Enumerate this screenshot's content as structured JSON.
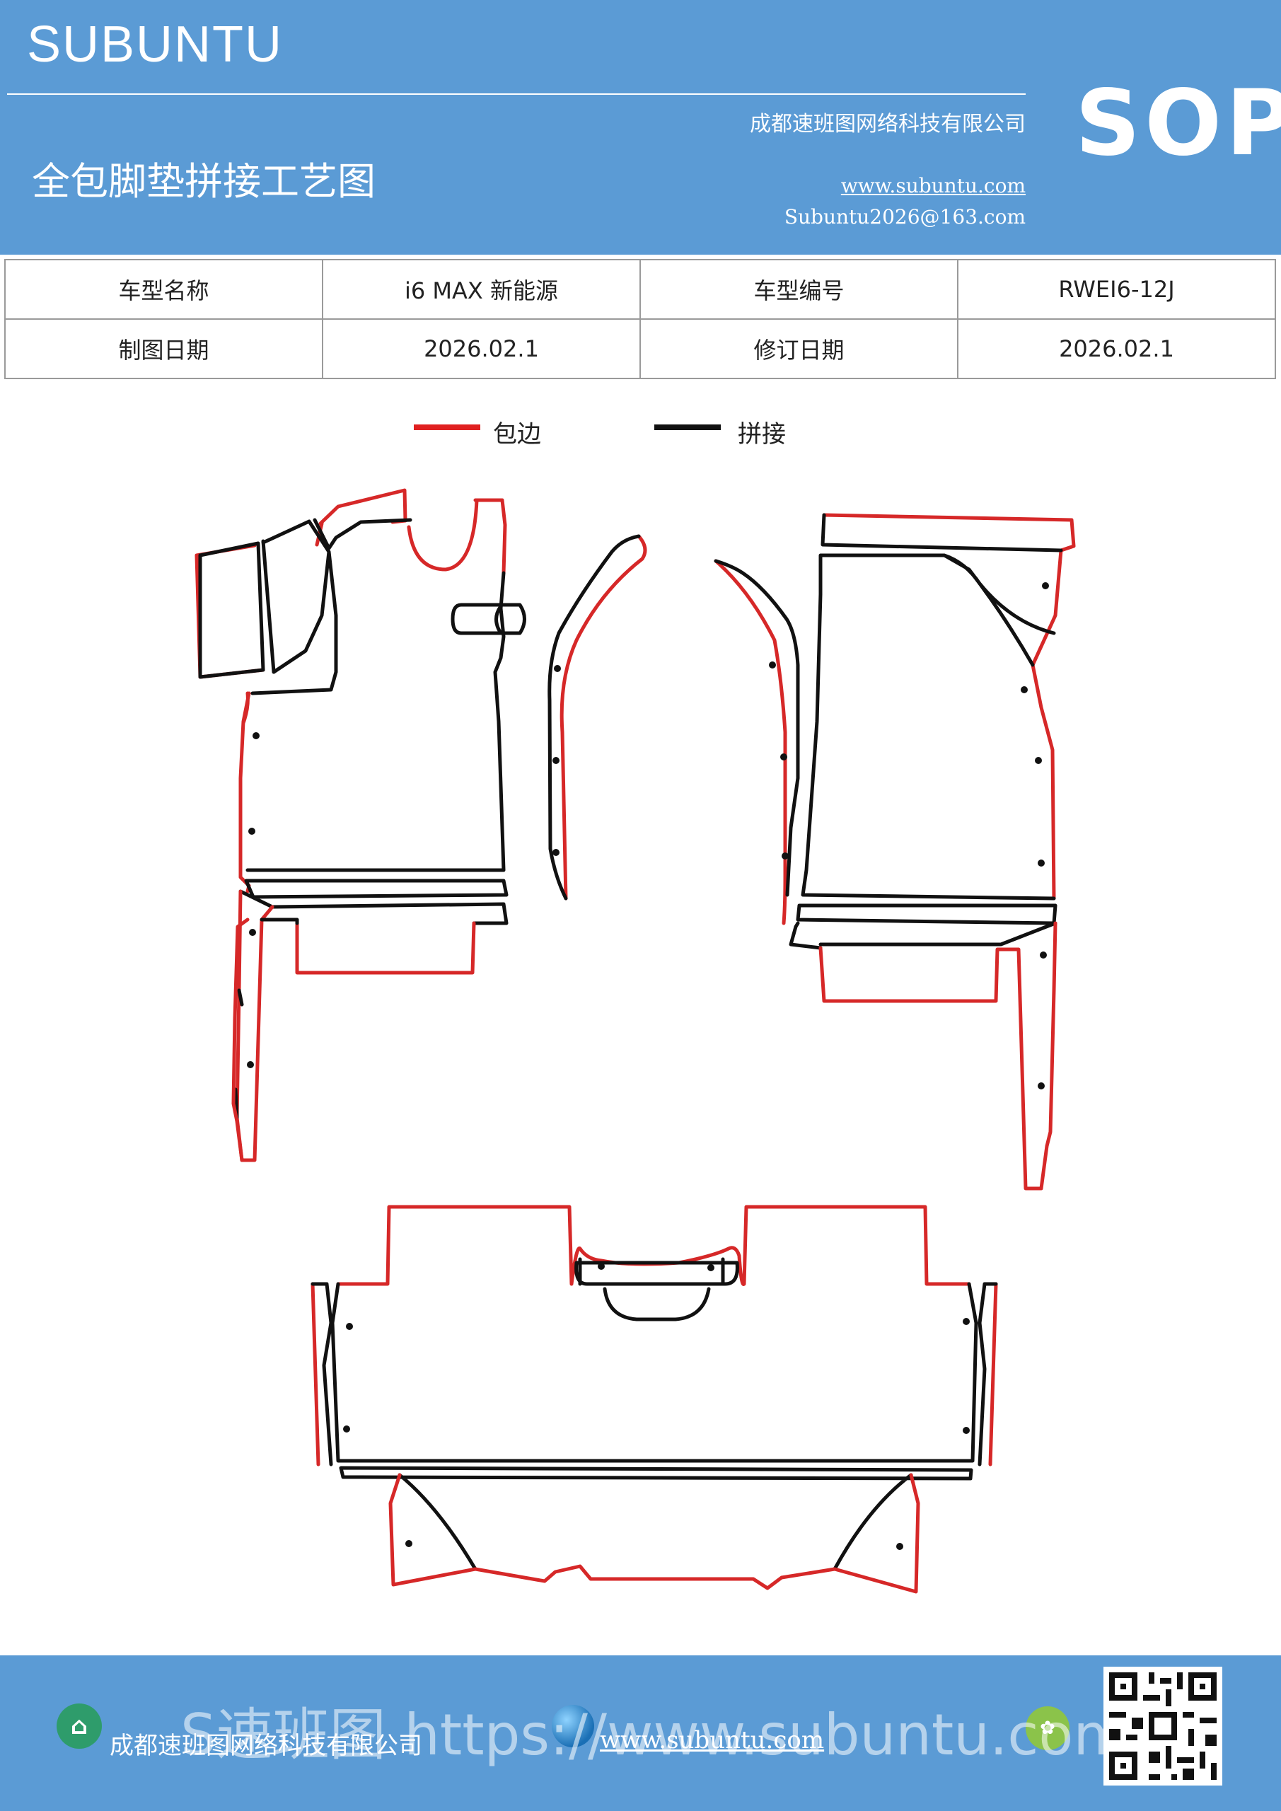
{
  "header": {
    "brand": "SUBUNTU",
    "company": "成都速班图网络科技有限公司",
    "title": "全包脚垫拼接工艺图",
    "website": "www.subuntu.com",
    "email": "Subuntu2026@163.com",
    "badge": "SOP",
    "color": "#5b9bd5"
  },
  "info_table": {
    "row1": [
      "车型名称",
      "i6  MAX  新能源",
      "车型编号",
      "RWEI6-12J"
    ],
    "row2": [
      "制图日期",
      "2026.02.1",
      "修订日期",
      "2026.02.1"
    ]
  },
  "legend": {
    "edge_label": "包边",
    "edge_color": "#e02020",
    "seam_label": "拼接",
    "seam_color": "#111111"
  },
  "footer": {
    "company": "成都速班图网络科技有限公司",
    "website": "www.subuntu.com",
    "watermark": "S速班图 https://www.subuntu.com",
    "icon_company": "building-icon",
    "icon_web": "globe-icon",
    "icon_3": "leaf-icon"
  }
}
